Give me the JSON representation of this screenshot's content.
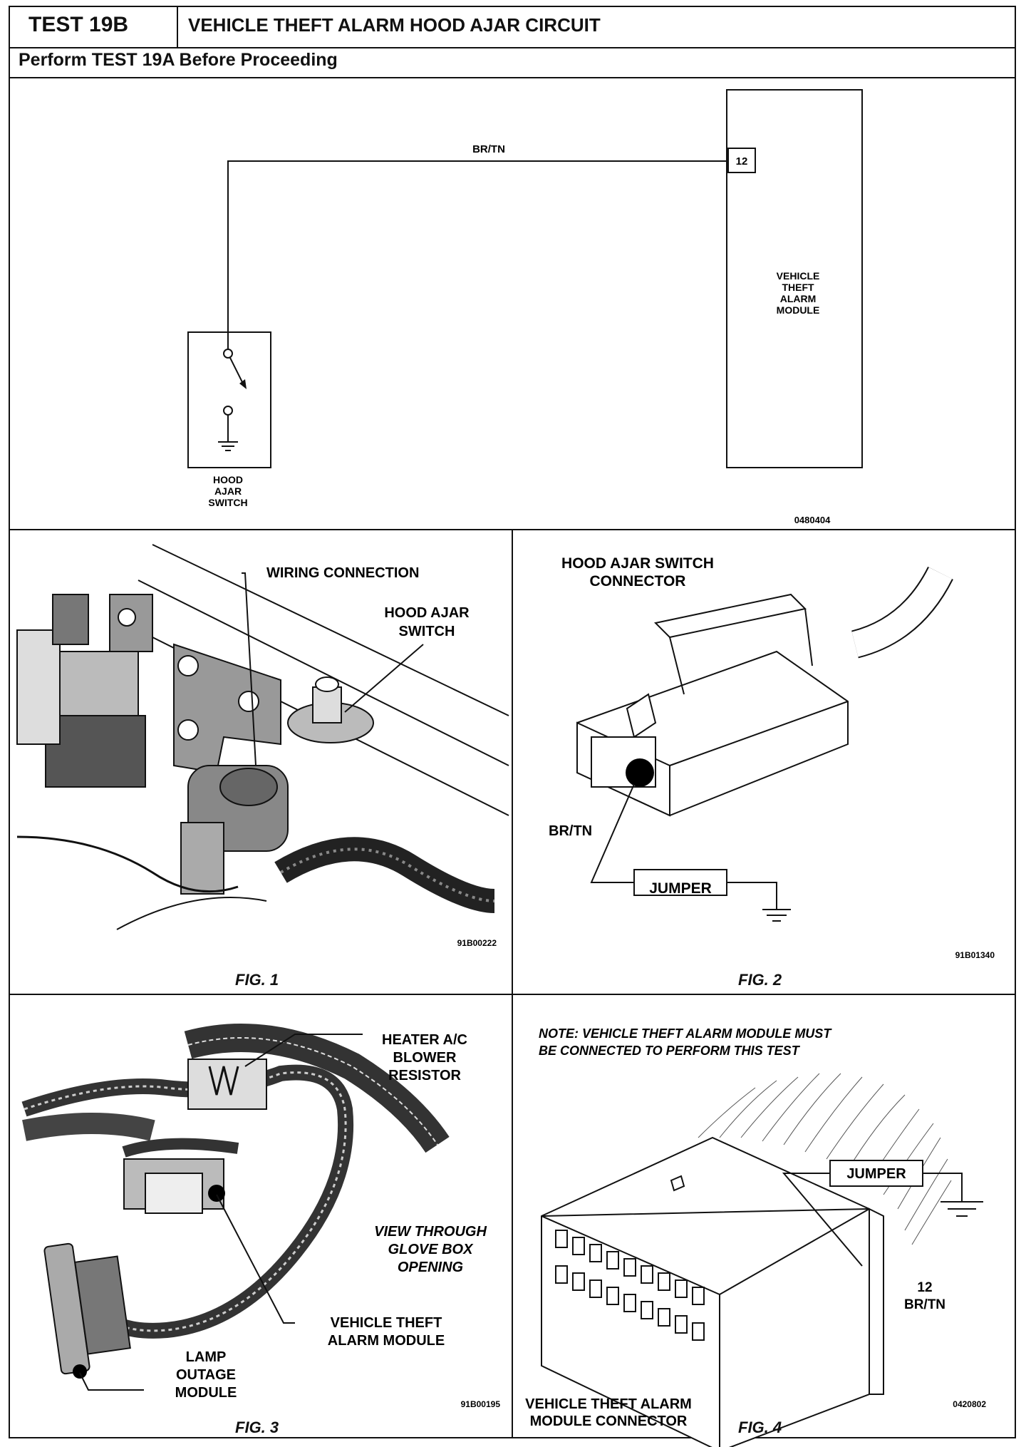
{
  "header": {
    "test_id": "TEST 19B",
    "title": "VEHICLE THEFT ALARM HOOD AJAR CIRCUIT",
    "subtitle": "Perform TEST 19A Before Proceeding"
  },
  "schematic": {
    "wire_label": "BR/TN",
    "pin_number": "12",
    "module_label": [
      "VEHICLE",
      "THEFT",
      "ALARM",
      "MODULE"
    ],
    "switch_label": [
      "HOOD",
      "AJAR",
      "SWITCH"
    ],
    "code": "0480404"
  },
  "fig1": {
    "caption": "FIG. 1",
    "callout_wiring": "WIRING CONNECTION",
    "callout_switch": [
      "HOOD AJAR",
      "SWITCH"
    ],
    "code": "91B00222"
  },
  "fig2": {
    "caption": "FIG. 2",
    "connector_label": [
      "HOOD AJAR SWITCH",
      "CONNECTOR"
    ],
    "wire_label": "BR/TN",
    "jumper_label": "JUMPER",
    "code": "91B01340"
  },
  "fig3": {
    "caption": "FIG. 3",
    "callout_resistor": [
      "HEATER A/C",
      "BLOWER",
      "RESISTOR"
    ],
    "callout_view": [
      "VIEW THROUGH",
      "GLOVE BOX",
      "OPENING"
    ],
    "callout_module": [
      "VEHICLE THEFT",
      "ALARM MODULE"
    ],
    "callout_lamp": [
      "LAMP",
      "OUTAGE",
      "MODULE"
    ],
    "code": "91B00195"
  },
  "fig4": {
    "caption": "FIG. 4",
    "note": [
      "NOTE:  VEHICLE THEFT ALARM MODULE MUST",
      "BE CONNECTED TO PERFORM THIS TEST"
    ],
    "jumper_label": "JUMPER",
    "pin_number": "12",
    "wire_label": "BR/TN",
    "connector_label": [
      "VEHICLE THEFT ALARM",
      "MODULE CONNECTOR"
    ],
    "code": "0420802"
  }
}
